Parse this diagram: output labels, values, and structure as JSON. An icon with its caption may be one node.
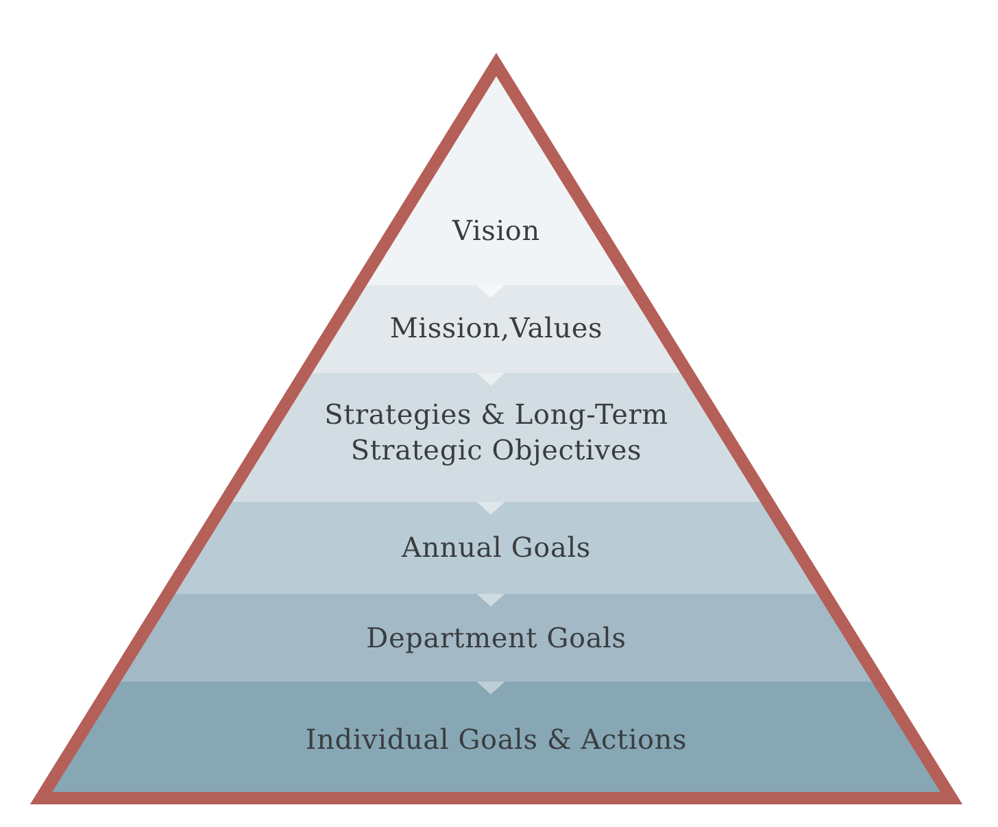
{
  "diagram": {
    "nodes": [
      {
        "text": [
          "Vision"
        ]
      },
      {
        "text": [
          "Mission,Values"
        ]
      },
      {
        "text": [
          "Strategies & Long-Term Strategic Objectives"
        ]
      },
      {
        "text": [
          "Annual Goals"
        ]
      },
      {
        "text": [
          "Department Goals"
        ]
      },
      {
        "text": [
          "Individual Goals & Actions"
        ]
      }
    ],
    "edges": [
      {
        "from": 0,
        "to": 1,
        "arrow": "to"
      },
      {
        "from": 1,
        "to": 2,
        "arrow": "to"
      },
      {
        "from": 2,
        "to": 3,
        "arrow": "to"
      },
      {
        "from": 3,
        "to": 4,
        "arrow": "to"
      },
      {
        "from": 4,
        "to": 5,
        "arrow": "to"
      }
    ]
  }
}
